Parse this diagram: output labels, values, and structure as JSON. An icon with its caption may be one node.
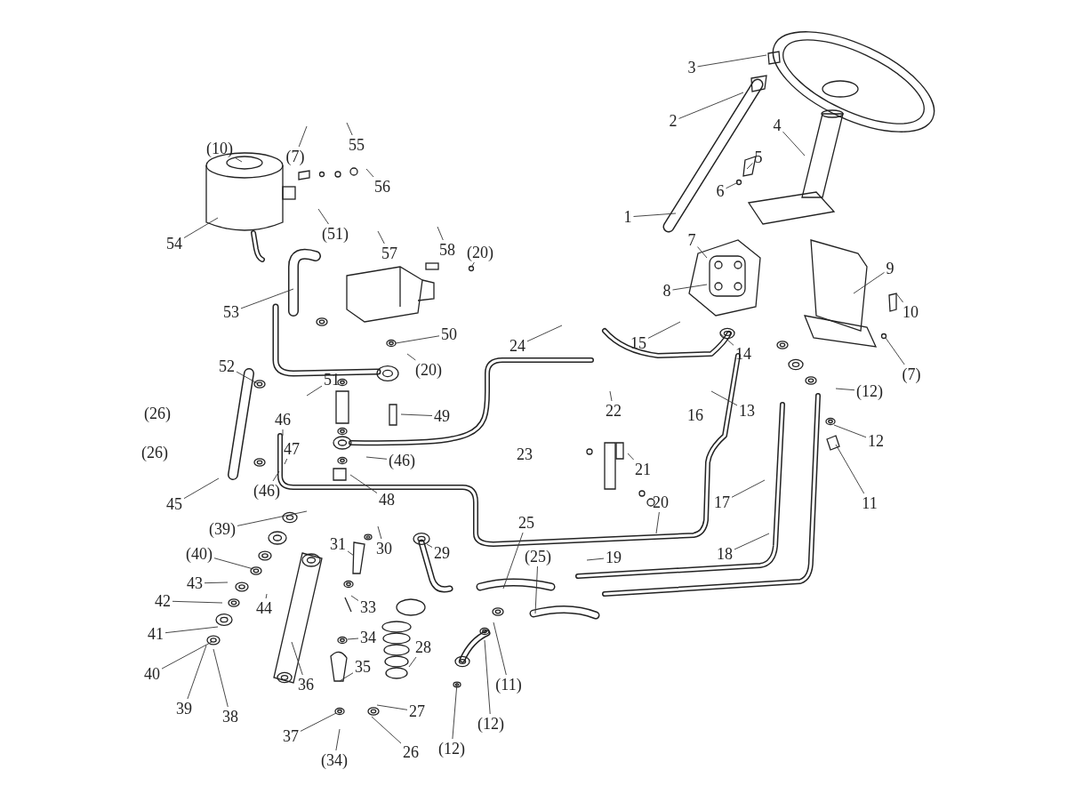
{
  "diagram": {
    "nodes": [
      {
        "text": [
          "3"
        ]
      },
      {
        "text": [
          "2"
        ]
      },
      {
        "text": [
          "4"
        ]
      },
      {
        "text": [
          "5"
        ]
      },
      {
        "text": [
          "6"
        ]
      },
      {
        "text": [
          "1"
        ]
      },
      {
        "text": [
          "7"
        ]
      },
      {
        "text": [
          "9"
        ]
      },
      {
        "text": [
          "10"
        ]
      },
      {
        "text": [
          "8"
        ]
      },
      {
        "text": [
          "(7)"
        ]
      },
      {
        "text": [
          "(10)"
        ]
      },
      {
        "text": [
          "(7)"
        ]
      },
      {
        "text": [
          "55"
        ]
      },
      {
        "text": [
          "56"
        ]
      },
      {
        "text": [
          "54"
        ]
      },
      {
        "text": [
          "(51)"
        ]
      },
      {
        "text": [
          "57"
        ]
      },
      {
        "text": [
          "58"
        ]
      },
      {
        "text": [
          "(20)"
        ]
      },
      {
        "text": [
          "53"
        ]
      },
      {
        "text": [
          "50"
        ]
      },
      {
        "text": [
          "24"
        ]
      },
      {
        "text": [
          "15"
        ]
      },
      {
        "text": [
          "14"
        ]
      },
      {
        "text": [
          "52"
        ]
      },
      {
        "text": [
          "51"
        ]
      },
      {
        "text": [
          "(20)"
        ]
      },
      {
        "text": [
          "(12)"
        ]
      },
      {
        "text": [
          "13"
        ]
      },
      {
        "text": [
          "12"
        ]
      },
      {
        "text": [
          "49"
        ]
      },
      {
        "text": [
          "46"
        ]
      },
      {
        "text": [
          "47"
        ]
      },
      {
        "text": [
          "(46)"
        ]
      },
      {
        "text": [
          "22"
        ]
      },
      {
        "text": [
          "21"
        ]
      },
      {
        "text": [
          "11"
        ]
      },
      {
        "text": [
          "(46)"
        ]
      },
      {
        "text": [
          "45"
        ]
      },
      {
        "text": [
          "48"
        ]
      },
      {
        "text": [
          "20"
        ]
      },
      {
        "text": [
          "17"
        ]
      },
      {
        "text": [
          "(39)"
        ]
      },
      {
        "text": [
          "25"
        ]
      },
      {
        "text": [
          "31"
        ]
      },
      {
        "text": [
          "30"
        ]
      },
      {
        "text": [
          "29"
        ]
      },
      {
        "text": [
          "(25)"
        ]
      },
      {
        "text": [
          "19"
        ]
      },
      {
        "text": [
          "18"
        ]
      },
      {
        "text": [
          "(40)"
        ]
      },
      {
        "text": [
          "43"
        ]
      },
      {
        "text": [
          "42"
        ]
      },
      {
        "text": [
          "44"
        ]
      },
      {
        "text": [
          "33"
        ]
      },
      {
        "text": [
          "41"
        ]
      },
      {
        "text": [
          "34"
        ]
      },
      {
        "text": [
          "28"
        ]
      },
      {
        "text": [
          "35"
        ]
      },
      {
        "text": [
          "(11)"
        ]
      },
      {
        "text": [
          "40"
        ]
      },
      {
        "text": [
          "36"
        ]
      },
      {
        "text": [
          "39"
        ]
      },
      {
        "text": [
          "38"
        ]
      },
      {
        "text": [
          "27"
        ]
      },
      {
        "text": [
          "(12)"
        ]
      },
      {
        "text": [
          "37"
        ]
      },
      {
        "text": [
          "(34)"
        ]
      },
      {
        "text": [
          "26"
        ]
      },
      {
        "text": [
          "(12)"
        ]
      }
    ],
    "edges": [
      {
        "from": 0,
        "to": null,
        "arrow": "none"
      },
      {
        "from": 1,
        "to": null,
        "arrow": "none"
      },
      {
        "from": 2,
        "to": null,
        "arrow": "none"
      },
      {
        "from": 3,
        "to": null,
        "arrow": "none"
      },
      {
        "from": 4,
        "to": null,
        "arrow": "none"
      },
      {
        "from": 5,
        "to": null,
        "arrow": "none"
      },
      {
        "from": 6,
        "to": null,
        "arrow": "none"
      },
      {
        "from": 7,
        "to": null,
        "arrow": "none"
      },
      {
        "from": 8,
        "to": null,
        "arrow": "none"
      },
      {
        "from": 9,
        "to": null,
        "arrow": "none"
      },
      {
        "from": 10,
        "to": null,
        "arrow": "none"
      },
      {
        "from": 11,
        "to": null,
        "arrow": "none"
      },
      {
        "from": 12,
        "to": null,
        "arrow": "none"
      },
      {
        "from": 13,
        "to": null,
        "arrow": "none"
      },
      {
        "from": 14,
        "to": null,
        "arrow": "none"
      },
      {
        "from": 15,
        "to": null,
        "arrow": "none"
      },
      {
        "from": 16,
        "to": null,
        "arrow": "none"
      },
      {
        "from": 17,
        "to": null,
        "arrow": "none"
      },
      {
        "from": 18,
        "to": null,
        "arrow": "none"
      },
      {
        "from": 19,
        "to": null,
        "arrow": "none"
      },
      {
        "from": 20,
        "to": null,
        "arrow": "none"
      },
      {
        "from": 21,
        "to": null,
        "arrow": "none"
      },
      {
        "from": 22,
        "to": null,
        "arrow": "none"
      },
      {
        "from": 23,
        "to": null,
        "arrow": "none"
      },
      {
        "from": 24,
        "to": null,
        "arrow": "none"
      },
      {
        "from": 25,
        "to": null,
        "arrow": "none"
      },
      {
        "from": 26,
        "to": null,
        "arrow": "none"
      },
      {
        "from": 27,
        "to": null,
        "arrow": "none"
      },
      {
        "from": 28,
        "to": null,
        "arrow": "none"
      },
      {
        "from": 29,
        "to": null,
        "arrow": "none"
      },
      {
        "from": 30,
        "to": null,
        "arrow": "none"
      },
      {
        "from": 31,
        "to": null,
        "arrow": "none"
      },
      {
        "from": 32,
        "to": null,
        "arrow": "none"
      },
      {
        "from": 33,
        "to": null,
        "arrow": "none"
      },
      {
        "from": 34,
        "to": null,
        "arrow": "none"
      },
      {
        "from": 35,
        "to": null,
        "arrow": "none"
      },
      {
        "from": 36,
        "to": null,
        "arrow": "none"
      },
      {
        "from": 37,
        "to": null,
        "arrow": "none"
      },
      {
        "from": 38,
        "to": null,
        "arrow": "none"
      },
      {
        "from": 39,
        "to": null,
        "arrow": "none"
      },
      {
        "from": 40,
        "to": null,
        "arrow": "none"
      },
      {
        "from": 41,
        "to": null,
        "arrow": "none"
      },
      {
        "from": 42,
        "to": null,
        "arrow": "none"
      },
      {
        "from": 43,
        "to": null,
        "arrow": "none"
      },
      {
        "from": 44,
        "to": null,
        "arrow": "none"
      },
      {
        "from": 45,
        "to": null,
        "arrow": "none"
      },
      {
        "from": 46,
        "to": null,
        "arrow": "none"
      },
      {
        "from": 47,
        "to": null,
        "arrow": "none"
      },
      {
        "from": 48,
        "to": null,
        "arrow": "none"
      },
      {
        "from": 49,
        "to": null,
        "arrow": "none"
      },
      {
        "from": 50,
        "to": null,
        "arrow": "none"
      },
      {
        "from": 51,
        "to": null,
        "arrow": "none"
      },
      {
        "from": 52,
        "to": null,
        "arrow": "none"
      },
      {
        "from": 53,
        "to": null,
        "arrow": "none"
      },
      {
        "from": 54,
        "to": null,
        "arrow": "none"
      },
      {
        "from": 55,
        "to": null,
        "arrow": "none"
      },
      {
        "from": 56,
        "to": null,
        "arrow": "none"
      },
      {
        "from": 57,
        "to": null,
        "arrow": "none"
      },
      {
        "from": 58,
        "to": null,
        "arrow": "none"
      },
      {
        "from": 59,
        "to": null,
        "arrow": "none"
      },
      {
        "from": 60,
        "to": null,
        "arrow": "none"
      },
      {
        "from": 61,
        "to": null,
        "arrow": "none"
      },
      {
        "from": 62,
        "to": null,
        "arrow": "none"
      },
      {
        "from": 63,
        "to": null,
        "arrow": "none"
      },
      {
        "from": 64,
        "to": null,
        "arrow": "none"
      },
      {
        "from": 65,
        "to": null,
        "arrow": "none"
      },
      {
        "from": 66,
        "to": null,
        "arrow": "none"
      },
      {
        "from": 67,
        "to": null,
        "arrow": "none"
      },
      {
        "from": 68,
        "to": null,
        "arrow": "none"
      },
      {
        "from": 69,
        "to": null,
        "arrow": "none"
      },
      {
        "from": 70,
        "to": null,
        "arrow": "none"
      }
    ],
    "labels": [
      "(26)",
      "16",
      "(26)",
      "23"
    ]
  }
}
